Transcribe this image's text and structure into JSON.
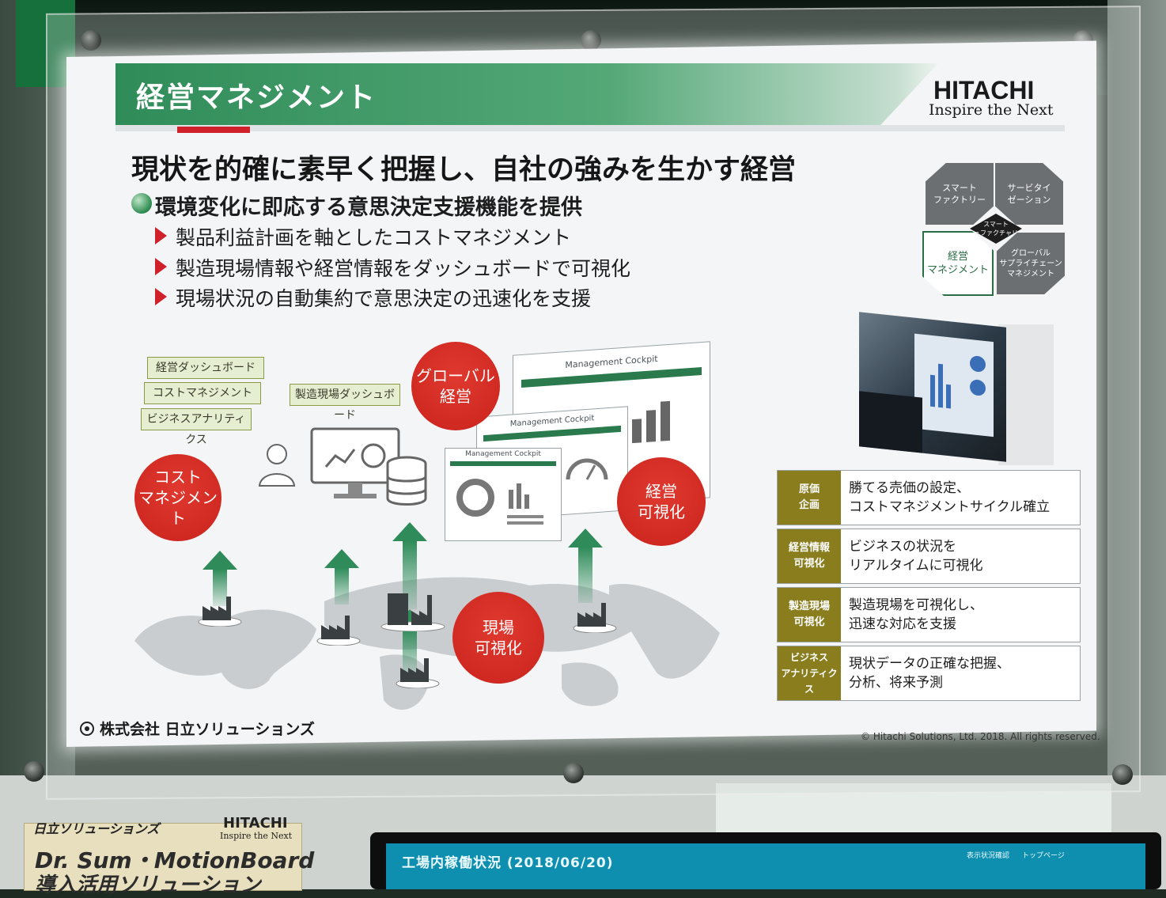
{
  "header": {
    "title": "経営マネジメント",
    "logo_word": "HITACHI",
    "logo_tagline": "Inspire the Next"
  },
  "headline": "現状を的確に素早く把握し、自社の強みを生かす経営",
  "main_bullet": "環境変化に即応する意思決定支援機能を提供",
  "sub_bullets": [
    "製品利益計画を軸としたコストマネジメント",
    "製造現場情報や経営情報をダッシュボードで可視化",
    "現場状況の自動集約で意思決定の迅速化を支援"
  ],
  "nav": {
    "top_left": "スマート\nファクトリー",
    "top_right": "サービタイ\nゼーション",
    "bottom_left": "経営\nマネジメント",
    "bottom_right": "グローバル\nサプライチェーン\nマネジメント",
    "hub": "スマート\nマニュファクチャリング"
  },
  "tags": {
    "dashboard": "経営ダッシュボード",
    "cost": "コストマネジメント",
    "analytics": "ビジネスアナリティクス",
    "factory_dashboard": "製造現場ダッシュボード"
  },
  "circles": {
    "global": [
      "グローバル",
      "経営"
    ],
    "cost": [
      "コスト",
      "マネジメント"
    ],
    "keiei": [
      "経営",
      "可視化"
    ],
    "genba": [
      "現場",
      "可視化"
    ]
  },
  "windows": {
    "title": "Management Cockpit"
  },
  "table": [
    {
      "label": [
        "原価",
        "企画"
      ],
      "desc": [
        "勝てる売価の設定、",
        "コストマネジメントサイクル確立"
      ]
    },
    {
      "label": [
        "経営情報",
        "可視化"
      ],
      "desc": [
        "ビジネスの状況を",
        "リアルタイムに可視化"
      ]
    },
    {
      "label": [
        "製造現場",
        "可視化"
      ],
      "desc": [
        "製造現場を可視化し、",
        "迅速な対応を支援"
      ]
    },
    {
      "label": [
        "ビジネス",
        "アナリティクス"
      ],
      "desc": [
        "現状データの正確な把握、",
        "分析、将来予測"
      ]
    }
  ],
  "footer": {
    "company": "株式会社 日立ソリューションズ",
    "copyright": "© Hitachi Solutions, Ltd. 2018. All rights reserved."
  },
  "booth": {
    "maker": "日立ソリューションズ",
    "logo_word": "HITACHI",
    "logo_tagline": "Inspire the Next",
    "product": "Dr. Sum・MotionBoard",
    "solution": "導入活用ソリューション"
  },
  "monitor": {
    "title": "工場内稼働状況 (2018/06/20)",
    "btn1": "表示状況確認",
    "btn2": "トップページ"
  },
  "colors": {
    "green": "#2f8c58",
    "red": "#d0202a",
    "olive": "#8a7d1e",
    "gray": "#6c6f72"
  }
}
